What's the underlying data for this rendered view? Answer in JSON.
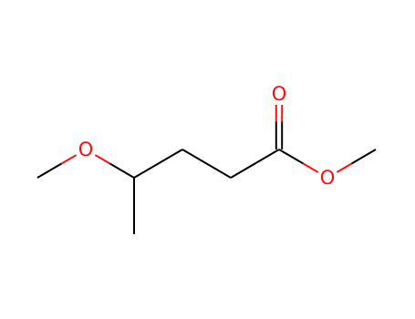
{
  "molecule": {
    "colors": {
      "carbon": "#000000",
      "oxygen": "#ff0d0d"
    },
    "atoms": [
      {
        "id": "c_me_ether",
        "element": "C"
      },
      {
        "id": "o_ether",
        "element": "O",
        "label": "O"
      },
      {
        "id": "c4",
        "element": "C"
      },
      {
        "id": "c5",
        "element": "C"
      },
      {
        "id": "c3",
        "element": "C"
      },
      {
        "id": "c2",
        "element": "C"
      },
      {
        "id": "c1",
        "element": "C"
      },
      {
        "id": "o_carbonyl",
        "element": "O",
        "label": "O"
      },
      {
        "id": "o_ester",
        "element": "O",
        "label": "O"
      },
      {
        "id": "c_me_ester",
        "element": "C"
      }
    ],
    "bonds": [
      {
        "from": "c_me_ether",
        "to": "o_ether",
        "order": 1
      },
      {
        "from": "o_ether",
        "to": "c4",
        "order": 1
      },
      {
        "from": "c4",
        "to": "c5",
        "order": 1
      },
      {
        "from": "c4",
        "to": "c3",
        "order": 1
      },
      {
        "from": "c3",
        "to": "c2",
        "order": 1
      },
      {
        "from": "c2",
        "to": "c1",
        "order": 1
      },
      {
        "from": "c1",
        "to": "o_carbonyl",
        "order": 2
      },
      {
        "from": "c1",
        "to": "o_ester",
        "order": 1
      },
      {
        "from": "o_ester",
        "to": "c_me_ester",
        "order": 1
      }
    ]
  }
}
